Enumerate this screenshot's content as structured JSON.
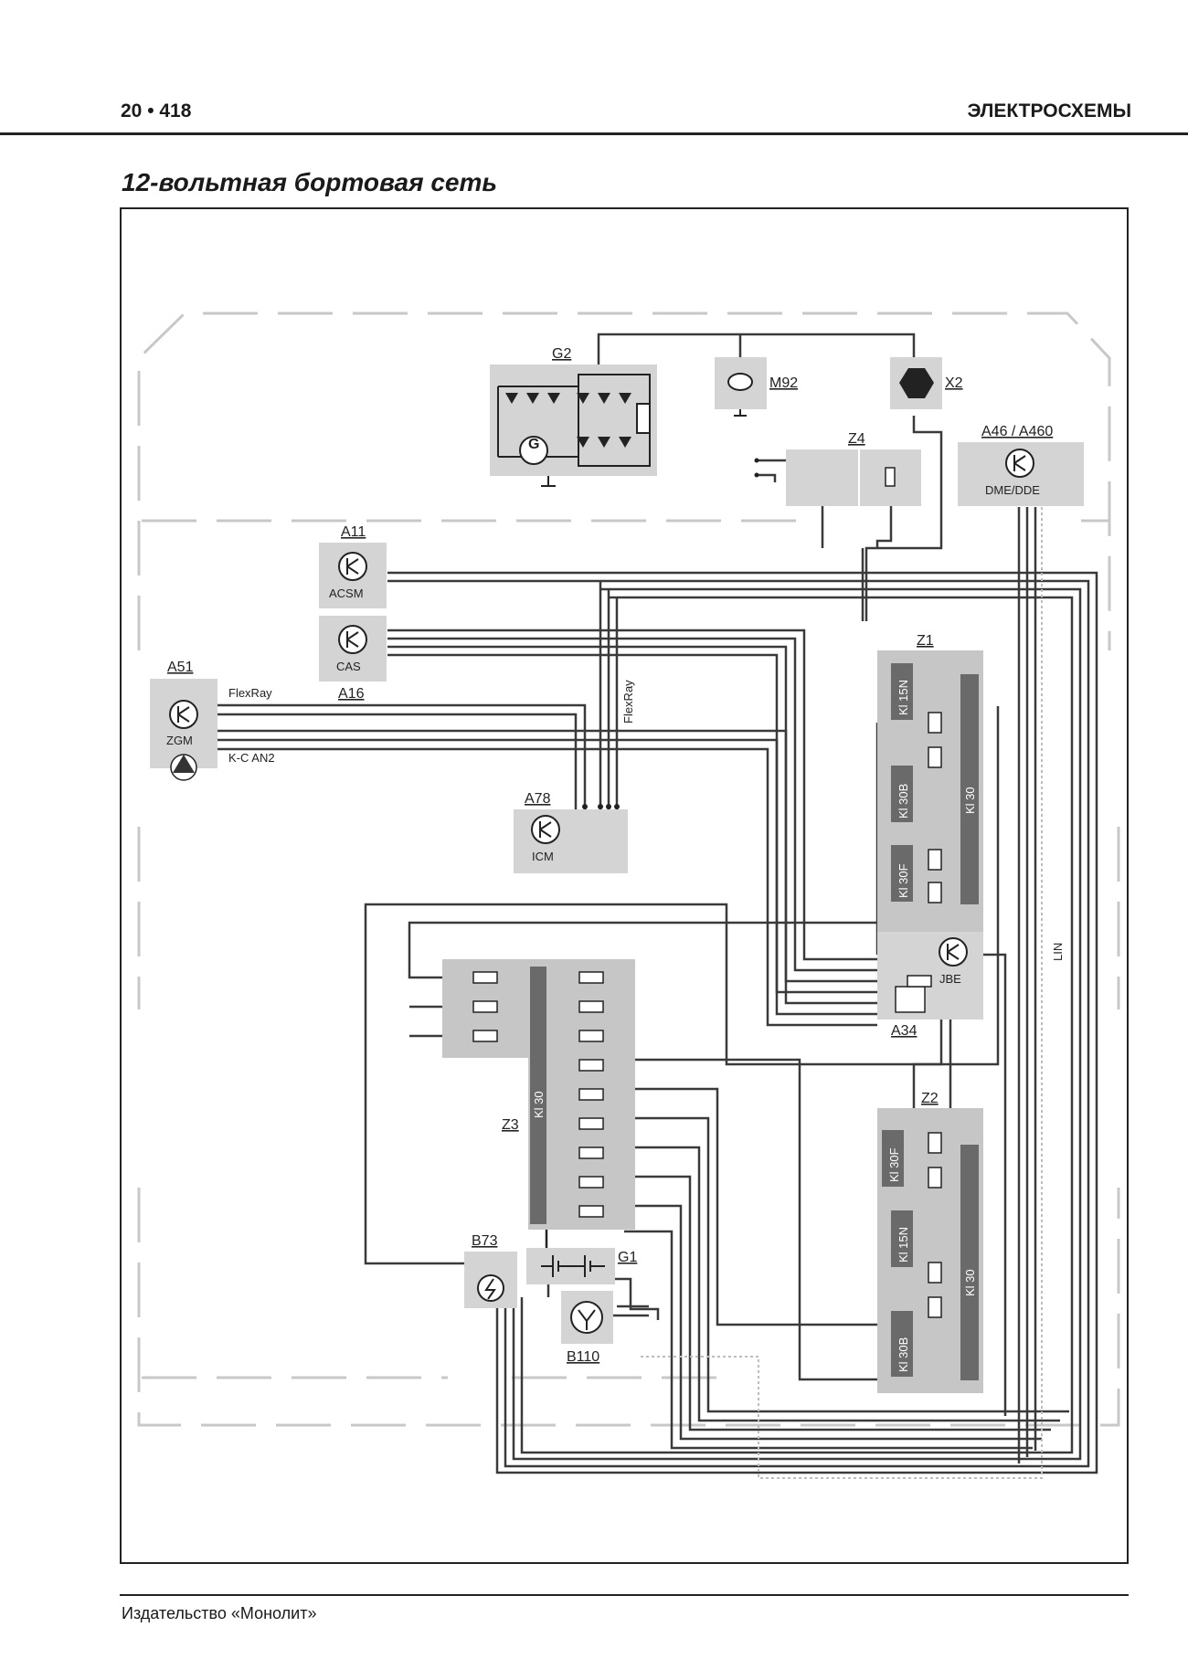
{
  "header": {
    "page_number": "20 • 418",
    "section": "ЭЛЕКТРОСХЕМЫ"
  },
  "title": "12-вольтная бортовая сеть",
  "components": {
    "g2": "G2",
    "m92": "M92",
    "x2": "X2",
    "z4": "Z4",
    "a46": "A46 / A460",
    "dme": "DME/DDE",
    "a11": "A11",
    "acsm": "ACSM",
    "cas": "CAS",
    "a16": "A16",
    "a51": "A51",
    "zgm": "ZGM",
    "flexray": "FlexRay",
    "flexray_v": "FlexRay",
    "kcan": "K-C AN2",
    "a78": "A78",
    "icm": "ICM",
    "z1": "Z1",
    "z1_kl15n": "Kl 15N",
    "z1_kl30b": "Kl 30B",
    "z1_kl30f": "Kl 30F",
    "z1_kl30": "Kl 30",
    "jbe": "JBE",
    "a34": "A34",
    "lin": "LIN",
    "z3": "Z3",
    "z3_kl30": "Kl 30",
    "z2": "Z2",
    "z2_kl30f": "Kl 30F",
    "z2_kl15n": "Kl 15N",
    "z2_kl30b": "Kl 30B",
    "z2_kl30": "Kl 30",
    "b73": "B73",
    "g1": "G1",
    "b110": "B110",
    "g_letter": "G"
  },
  "footer": "Издательство «Монолит»"
}
